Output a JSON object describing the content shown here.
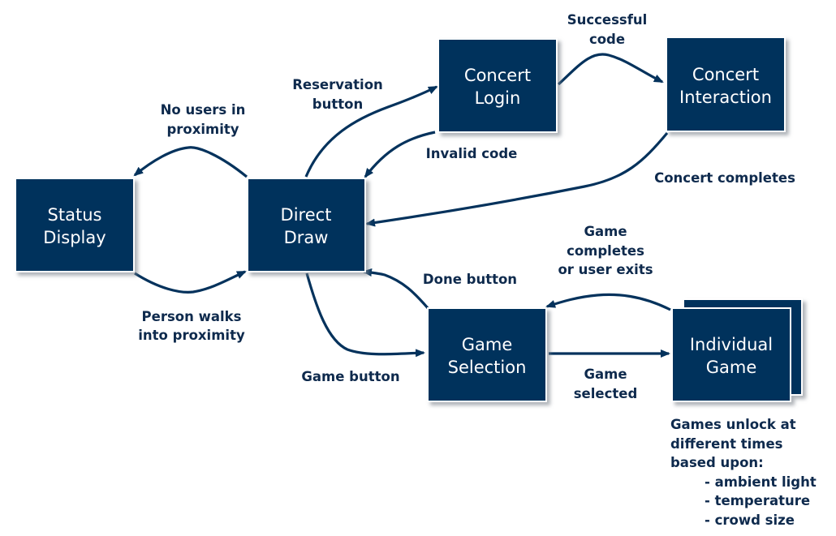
{
  "nodes": {
    "status_display": {
      "line1": "Status",
      "line2": "Display"
    },
    "direct_draw": {
      "line1": "Direct",
      "line2": "Draw"
    },
    "concert_login": {
      "line1": "Concert",
      "line2": "Login"
    },
    "concert_interaction": {
      "line1": "Concert",
      "line2": "Interaction"
    },
    "game_selection": {
      "line1": "Game",
      "line2": "Selection"
    },
    "individual_game": {
      "line1": "Individual",
      "line2": "Game"
    }
  },
  "edges": {
    "no_users": {
      "line1": "No users in",
      "line2": "proximity"
    },
    "person_walks": {
      "line1": "Person walks",
      "line2": "into proximity"
    },
    "reservation": {
      "line1": "Reservation",
      "line2": "button"
    },
    "invalid_code": {
      "line1": "Invalid code"
    },
    "successful_code": {
      "line1": "Successful",
      "line2": "code"
    },
    "concert_completes": {
      "line1": "Concert completes"
    },
    "done_button": {
      "line1": "Done button"
    },
    "game_button": {
      "line1": "Game button"
    },
    "game_completes": {
      "line1": "Game",
      "line2": "completes",
      "line3": "or user exits"
    },
    "game_selected": {
      "line1": "Game",
      "line2": "selected"
    }
  },
  "note": {
    "line1": "Games unlock at",
    "line2": "different times",
    "line3": "based upon:",
    "item1": "- ambient light",
    "item2": "- temperature",
    "item3": "- crowd size"
  },
  "colors": {
    "node_fill": "#04325c",
    "edge": "#04325c",
    "label_text": "#0e2a4d"
  }
}
